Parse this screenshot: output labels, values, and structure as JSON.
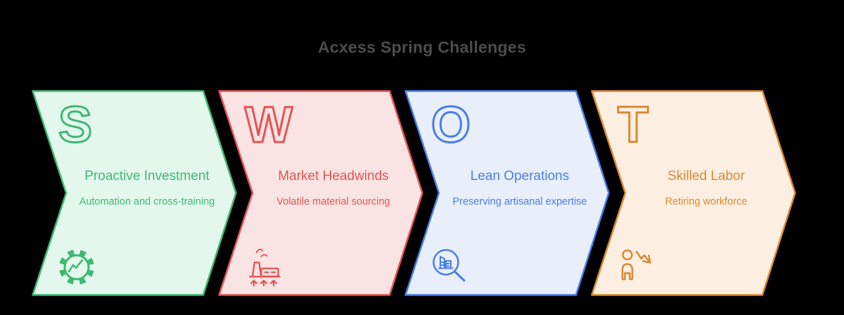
{
  "title": "Acxess Spring Challenges",
  "title_color": "#4c4c4e",
  "background_color": "#000000",
  "chevrons": [
    {
      "letter": "S",
      "heading": "Proactive Investment",
      "subheading": "Automation and cross-training",
      "icon": "gear-growth-icon",
      "colors": {
        "accent": "#3db974",
        "fill": "#e4f7ec"
      }
    },
    {
      "letter": "W",
      "heading": "Market Headwinds",
      "subheading": "Volatile material sourcing",
      "icon": "factory-rising-costs-icon",
      "colors": {
        "accent": "#e25555",
        "fill": "#fae3e3"
      }
    },
    {
      "letter": "O",
      "heading": "Lean Operations",
      "subheading": "Preserving artisanal expertise",
      "icon": "magnifier-audit-icon",
      "colors": {
        "accent": "#4a7de5",
        "fill": "#e8effb"
      }
    },
    {
      "letter": "T",
      "heading": "Skilled Labor",
      "subheading": "Retiring workforce",
      "icon": "workforce-decline-icon",
      "colors": {
        "accent": "#d88a33",
        "fill": "#fcefe2"
      }
    }
  ]
}
